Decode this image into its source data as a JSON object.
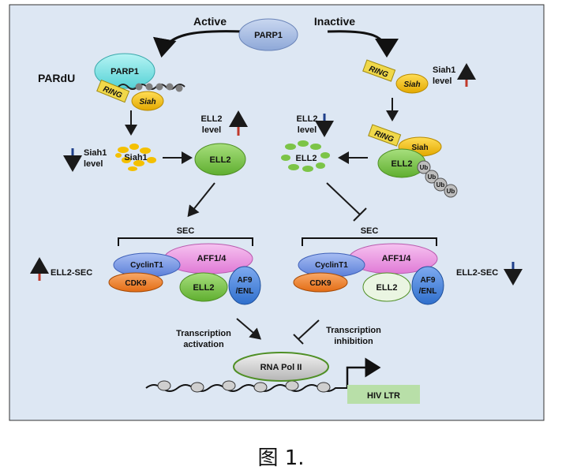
{
  "top": {
    "center": "PARP1",
    "left_branch": "Active",
    "right_branch": "Inactive"
  },
  "left": {
    "pardu": "PARdU",
    "parp1": "PARP1",
    "ring": "RING",
    "siah": "Siah",
    "siah1_degraded": "Siah1",
    "siah1_level": [
      "Siah1",
      "level"
    ],
    "ell2": "ELL2",
    "ell2_level": [
      "ELL2",
      "level"
    ],
    "complex": {
      "sec": "SEC",
      "cyclin": "CyclinT1",
      "aff": "AFF1/4",
      "cdk": "CDK9",
      "ell2": "ELL2",
      "af9": [
        "AF9",
        "/ENL"
      ]
    },
    "ell2_sec": "ELL2-SEC",
    "transcription": [
      "Transcription",
      "activation"
    ]
  },
  "right": {
    "ring": "RING",
    "siah": "Siah",
    "siah1_level": [
      "Siah1",
      "level"
    ],
    "ell2_level": [
      "ELL2",
      "level"
    ],
    "ell2_degraded": "ELL2",
    "ell2_ub": "ELL2",
    "ub": [
      "Ub",
      "Ub",
      "Ub",
      "Ub"
    ],
    "complex": {
      "sec": "SEC",
      "cyclin": "CyclinT1",
      "aff": "AFF1/4",
      "cdk": "CDK9",
      "ell2": "ELL2",
      "af9": [
        "AF9",
        "/ENL"
      ]
    },
    "ell2_sec": "ELL2-SEC",
    "transcription": [
      "Transcription",
      "inhibition"
    ]
  },
  "bottom": {
    "polymerase": "RNA Pol II",
    "promoter": "HIV LTR"
  },
  "caption": "图 1.",
  "colors": {
    "panel": "#dde7f3",
    "parp1": "#9fb7df",
    "parp1_left": "#7fe3e3",
    "ring": "#f0d84a",
    "siah": "#f4c000",
    "ell2": "#7cc447",
    "cyclin": "#6d8fe0",
    "aff": "#e98fe0",
    "cdk": "#ef7e2b",
    "af9": "#4b86d8",
    "arrow_up": "#c0392b",
    "arrow_down": "#1f3f8a"
  }
}
